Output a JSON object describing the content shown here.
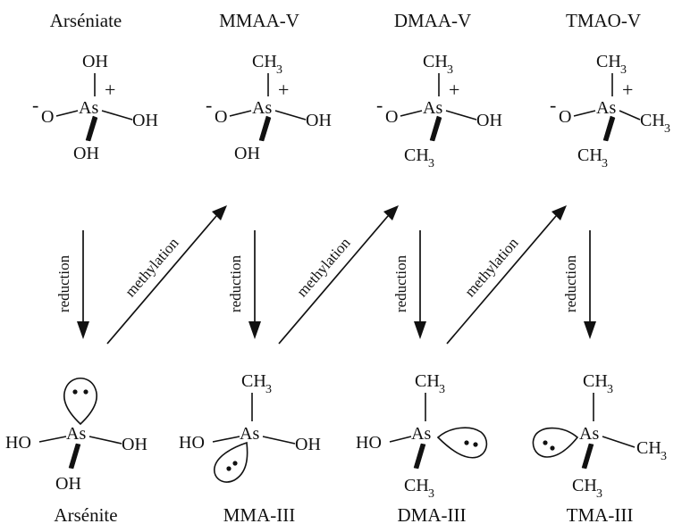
{
  "species": {
    "top": [
      "Arséniate",
      "MMAA-V",
      "DMAA-V",
      "TMAO-V"
    ],
    "bottom": [
      "Arsénite",
      "MMA-III",
      "DMA-III",
      "TMA-III"
    ]
  },
  "atoms": {
    "arsenic": "As",
    "oh_right": "OH",
    "oh_left": "HO",
    "oxygen": "O",
    "methyl": "CH",
    "methyl_sub": "3",
    "minus": "-",
    "plus": "+"
  },
  "arrows": {
    "reduction": "reduction",
    "methylation": "methylation"
  }
}
